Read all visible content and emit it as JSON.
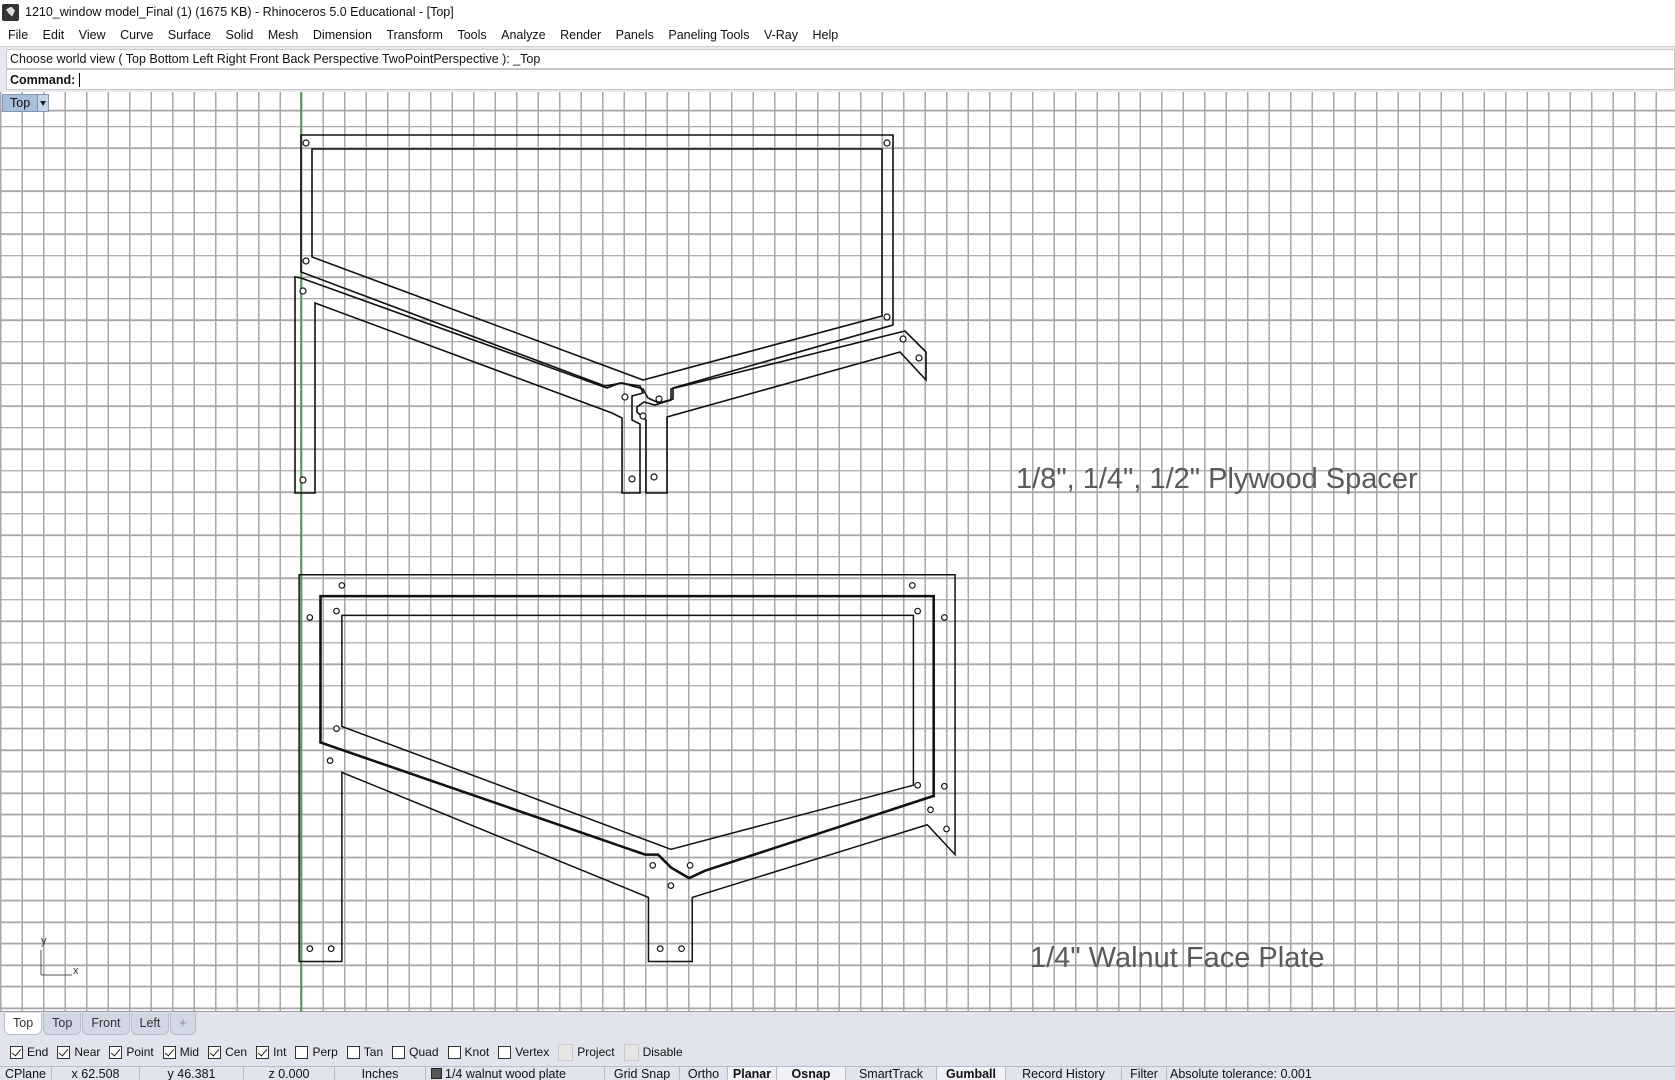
{
  "title": "1210_window model_Final (1) (1675 KB) - Rhinoceros 5.0 Educational - [Top]",
  "menu": [
    "File",
    "Edit",
    "View",
    "Curve",
    "Surface",
    "Solid",
    "Mesh",
    "Dimension",
    "Transform",
    "Tools",
    "Analyze",
    "Render",
    "Panels",
    "Paneling Tools",
    "V-Ray",
    "Help"
  ],
  "command": {
    "history": "Choose world view ( Top  Bottom  Left  Right  Front  Back  Perspective  TwoPointPerspective ): _Top",
    "prompt": "Command:",
    "value": ""
  },
  "viewport": {
    "name": "Top",
    "axis_x": "x",
    "axis_y": "y",
    "labels": {
      "spacer": "1/8\", 1/4\", 1/2\" Plywood Spacer",
      "faceplate": "1/4\" Walnut Face Plate"
    }
  },
  "colors": {
    "y_axis": "#3c9a3c",
    "viewport_label": "#a9bfdc",
    "curve": "#111111"
  },
  "tabs": [
    {
      "label": "Top",
      "active": true
    },
    {
      "label": "Top"
    },
    {
      "label": "Front"
    },
    {
      "label": "Left"
    },
    {
      "label": "+"
    }
  ],
  "osnap": [
    {
      "label": "End",
      "checked": true
    },
    {
      "label": "Near",
      "checked": true
    },
    {
      "label": "Point",
      "checked": true
    },
    {
      "label": "Mid",
      "checked": true
    },
    {
      "label": "Cen",
      "checked": true
    },
    {
      "label": "Int",
      "checked": true
    },
    {
      "label": "Perp",
      "checked": false
    },
    {
      "label": "Tan",
      "checked": false
    },
    {
      "label": "Quad",
      "checked": false
    },
    {
      "label": "Knot",
      "checked": false
    },
    {
      "label": "Vertex",
      "checked": false
    },
    {
      "label": "Project",
      "disabled": true
    },
    {
      "label": "Disable",
      "disabled": true
    }
  ],
  "status": {
    "cplane": "CPlane",
    "x": "x 62.508",
    "y": "y 46.381",
    "z": "z 0.000",
    "units": "Inches",
    "layer": "1/4 walnut wood plate",
    "grid_snap": "Grid Snap",
    "ortho": "Ortho",
    "planar": "Planar",
    "osnap": "Osnap",
    "smarttrack": "SmartTrack",
    "gumball": "Gumball",
    "record_history": "Record History",
    "filter": "Filter",
    "tolerance": "Absolute tolerance: 0.001"
  }
}
